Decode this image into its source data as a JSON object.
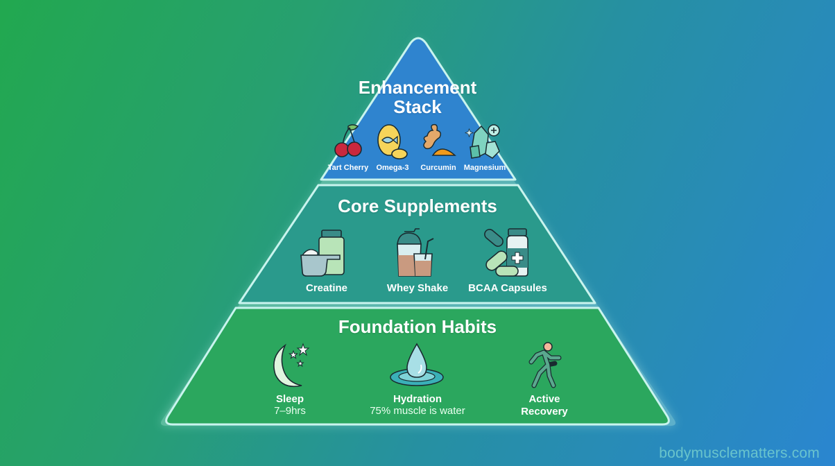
{
  "diagram": {
    "type": "pyramid",
    "tiers": [
      {
        "level": "top",
        "title_line1": "Enhancement",
        "title_line2": "Stack",
        "color": "#2f84cf",
        "items": [
          {
            "label": "Tart Cherry",
            "icon": "cherry-icon"
          },
          {
            "label": "Omega-3",
            "icon": "fish-oil-capsule-icon"
          },
          {
            "label": "Curcumin",
            "icon": "turmeric-root-icon"
          },
          {
            "label": "Magnesium",
            "icon": "mineral-crystal-icon"
          }
        ]
      },
      {
        "level": "middle",
        "title": "Core Supplements",
        "color": "#2a9a8c",
        "items": [
          {
            "label": "Creatine",
            "icon": "powder-jar-scoop-icon"
          },
          {
            "label": "Whey Shake",
            "icon": "shaker-glass-icon"
          },
          {
            "label": "BCAA Capsules",
            "icon": "capsules-bottle-icon"
          }
        ]
      },
      {
        "level": "bottom",
        "title": "Foundation Habits",
        "color": "#2ba75e",
        "items": [
          {
            "label": "Sleep",
            "detail": "7–9hrs",
            "icon": "moon-stars-icon"
          },
          {
            "label": "Hydration",
            "detail": "75% muscle is water",
            "icon": "water-drop-icon"
          },
          {
            "label_line1": "Active",
            "label_line2": "Recovery",
            "icon": "running-person-icon"
          }
        ]
      }
    ]
  },
  "watermark": "bodymusclematters.com"
}
